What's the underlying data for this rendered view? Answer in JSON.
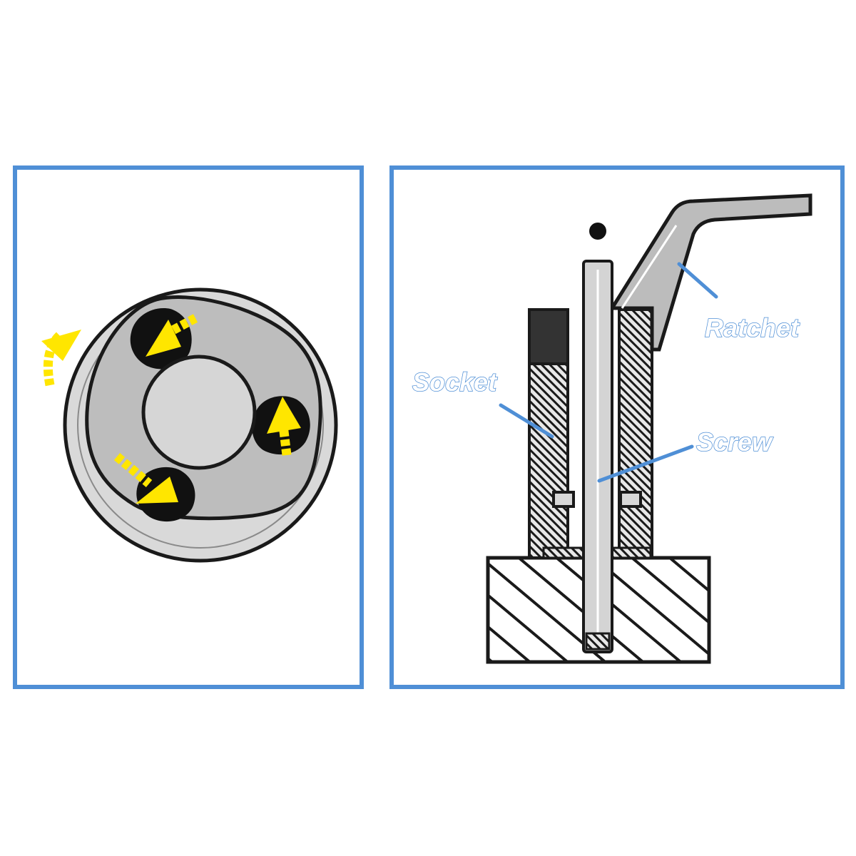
{
  "labels": {
    "ratchet": "Ratchet",
    "socket": "Socket",
    "screw": "Screw"
  },
  "colors": {
    "frame": "#4f8fd6",
    "callout": "#4f8fd6",
    "arrow": "#ffee00",
    "metal": "#c8c8c8",
    "ink": "#1a1a1a"
  },
  "icons": {
    "left_panel": "three-jaw-socket-icon",
    "rotation_arrow": "curved-arrow-icon",
    "jaw_arrow": "yellow-arrow-icon"
  }
}
